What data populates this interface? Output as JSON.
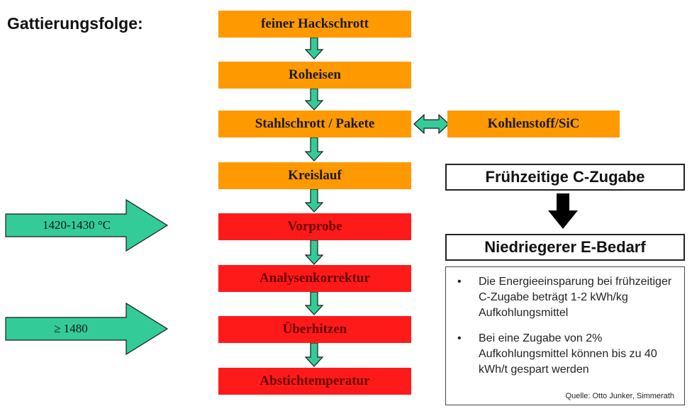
{
  "title": "Gattierungsfolge:",
  "sequence": [
    {
      "label": "feiner Hackschrott",
      "color": "#FF9900"
    },
    {
      "label": "Roheisen",
      "color": "#FF9900"
    },
    {
      "label": "Stahlschrott / Pakete",
      "color": "#FF9900"
    },
    {
      "label": "Kreislauf",
      "color": "#FF9900"
    },
    {
      "label": "Vorprobe",
      "color": "#FF1A1A"
    },
    {
      "label": "Analysenkorrektur",
      "color": "#FF1A1A"
    },
    {
      "label": "Überhitzen",
      "color": "#FF1A1A"
    },
    {
      "label": "Abstichtemperatur",
      "color": "#FF1A1A"
    }
  ],
  "side_input": {
    "label": "Kohlenstoff/SiC"
  },
  "temperature_arrows": [
    {
      "label": "1420-1430  °C"
    },
    {
      "label": "≥ 1480"
    }
  ],
  "result_boxes": {
    "early_addition": "Frühzeitige C-Zugabe",
    "lower_demand": "Niedriegerer E-Bedarf"
  },
  "notes": {
    "items": [
      "Die Energieeinsparung bei frühzeitiger C-Zugabe beträgt 1-2 kWh/kg Aufkohlungsmittel",
      "Bei eine Zugabe von 2% Aufkohlungsmittel können bis zu 40 kWh/t gespart werden"
    ],
    "bullet": "•",
    "source": "Quelle: Otto Junker, Simmerath"
  },
  "colors": {
    "orange": "#FF9900",
    "red": "#FF1A1A",
    "arrow_green": "#33CC99",
    "arrow_outline": "#1a1a1a"
  }
}
